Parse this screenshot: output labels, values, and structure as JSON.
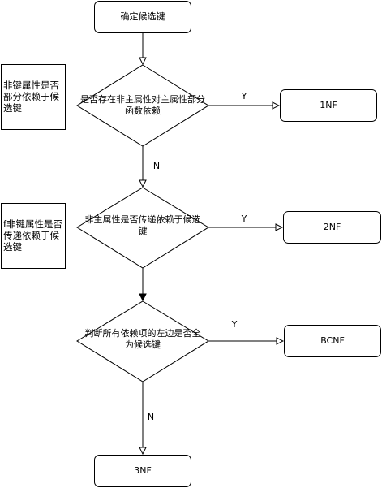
{
  "nodes": {
    "start": "确定候选键",
    "decision1": "是否存在非主属性对主属性部分函数依赖",
    "decision2": "非主属性是否传递依赖于候选键",
    "decision3": "判断所有依赖项的左边是否全为候选键",
    "nf1": "1NF",
    "nf2": "2NF",
    "bcnf": "BCNF",
    "nf3": "3NF"
  },
  "notes": {
    "note1": "非键属性是否部分依赖于候选键",
    "note2": "f非键属性是否传递依赖于候选键"
  },
  "edge_labels": {
    "y1": "Y",
    "y2": "Y",
    "y3": "Y",
    "n1": "N",
    "n3": "N"
  }
}
